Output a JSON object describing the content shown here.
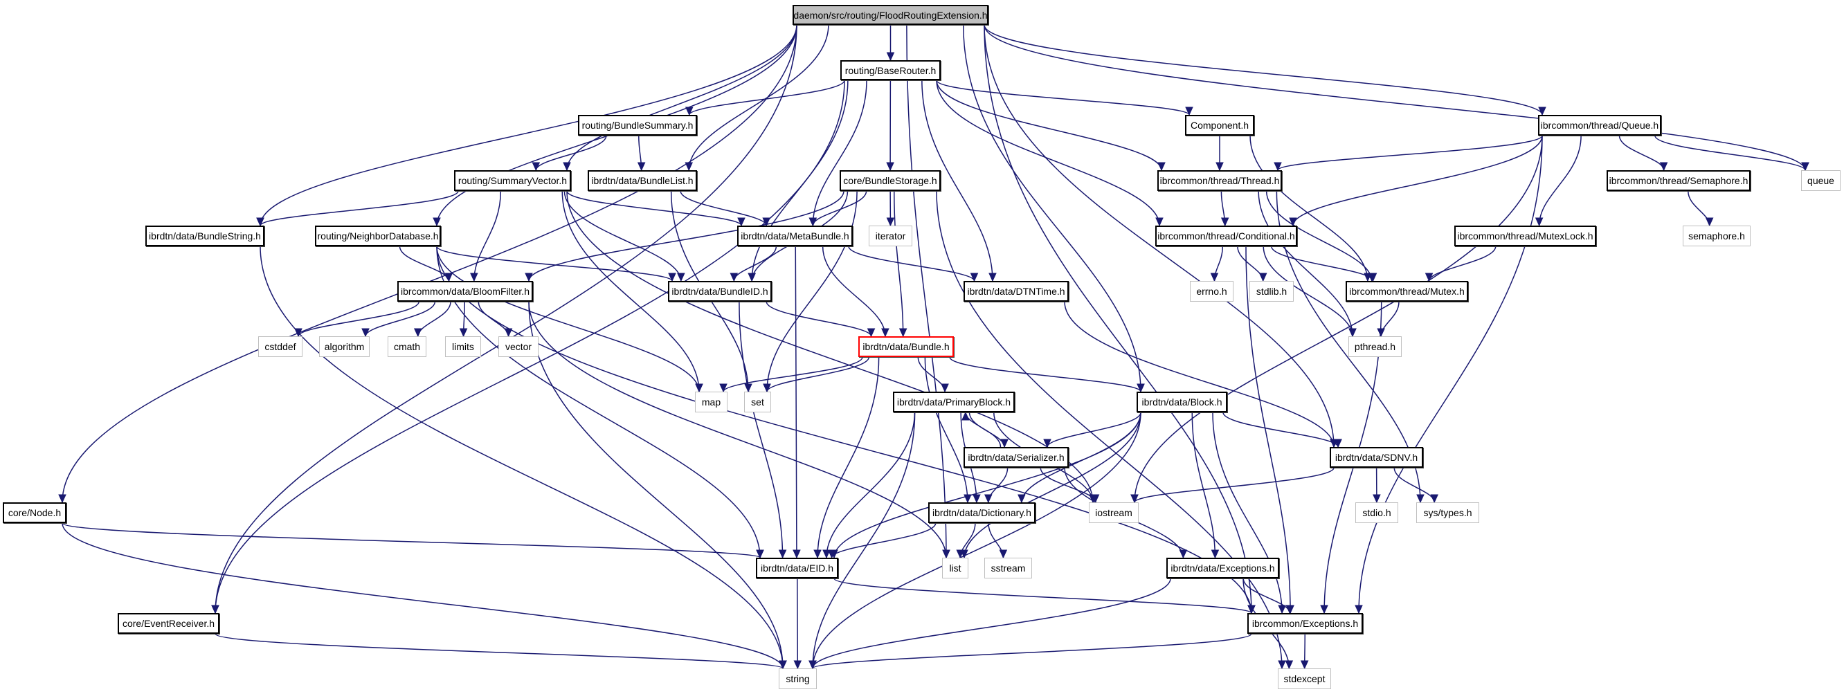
{
  "title": "daemon/src/routing/FloodRoutingExtension.h include dependency graph",
  "colors": {
    "edge": "#191970",
    "root_fill": "#bfbfbf",
    "highlight_border": "#ff0000",
    "system_border": "#bfbfbf"
  },
  "nodes": [
    {
      "id": "root",
      "label": "daemon/src/routing/FloodRoutingExtension.h",
      "kind": "root"
    },
    {
      "id": "baserouter",
      "label": "routing/BaseRouter.h",
      "kind": "local"
    },
    {
      "id": "bundlesummary",
      "label": "routing/BundleSummary.h",
      "kind": "local"
    },
    {
      "id": "component",
      "label": "Component.h",
      "kind": "local"
    },
    {
      "id": "queue_h",
      "label": "ibrcommon/thread/Queue.h",
      "kind": "local"
    },
    {
      "id": "summaryvector",
      "label": "routing/SummaryVector.h",
      "kind": "local"
    },
    {
      "id": "bundlelist",
      "label": "ibrdtn/data/BundleList.h",
      "kind": "local"
    },
    {
      "id": "bundlestorage",
      "label": "core/BundleStorage.h",
      "kind": "local"
    },
    {
      "id": "thread",
      "label": "ibrcommon/thread/Thread.h",
      "kind": "local"
    },
    {
      "id": "semaphore_h",
      "label": "ibrcommon/thread/Semaphore.h",
      "kind": "local"
    },
    {
      "id": "queue",
      "label": "queue",
      "kind": "system"
    },
    {
      "id": "bundlestring",
      "label": "ibrdtn/data/BundleString.h",
      "kind": "local"
    },
    {
      "id": "neighbordb",
      "label": "routing/NeighborDatabase.h",
      "kind": "local"
    },
    {
      "id": "metabundle",
      "label": "ibrdtn/data/MetaBundle.h",
      "kind": "local"
    },
    {
      "id": "iterator",
      "label": "iterator",
      "kind": "system"
    },
    {
      "id": "conditional",
      "label": "ibrcommon/thread/Conditional.h",
      "kind": "local"
    },
    {
      "id": "mutexlock",
      "label": "ibrcommon/thread/MutexLock.h",
      "kind": "local"
    },
    {
      "id": "semaphore",
      "label": "semaphore.h",
      "kind": "system"
    },
    {
      "id": "bloomfilter",
      "label": "ibrcommon/data/BloomFilter.h",
      "kind": "local"
    },
    {
      "id": "bundleid",
      "label": "ibrdtn/data/BundleID.h",
      "kind": "local"
    },
    {
      "id": "dtntime",
      "label": "ibrdtn/data/DTNTime.h",
      "kind": "local"
    },
    {
      "id": "errno",
      "label": "errno.h",
      "kind": "system"
    },
    {
      "id": "stdlib",
      "label": "stdlib.h",
      "kind": "system"
    },
    {
      "id": "mutex",
      "label": "ibrcommon/thread/Mutex.h",
      "kind": "local"
    },
    {
      "id": "cstddef",
      "label": "cstddef",
      "kind": "system"
    },
    {
      "id": "algorithm",
      "label": "algorithm",
      "kind": "system"
    },
    {
      "id": "cmath",
      "label": "cmath",
      "kind": "system"
    },
    {
      "id": "limits",
      "label": "limits",
      "kind": "system"
    },
    {
      "id": "vector",
      "label": "vector",
      "kind": "system"
    },
    {
      "id": "bundle",
      "label": "ibrdtn/data/Bundle.h",
      "kind": "highlight"
    },
    {
      "id": "pthread",
      "label": "pthread.h",
      "kind": "system"
    },
    {
      "id": "map",
      "label": "map",
      "kind": "system"
    },
    {
      "id": "set",
      "label": "set",
      "kind": "system"
    },
    {
      "id": "primaryblock",
      "label": "ibrdtn/data/PrimaryBlock.h",
      "kind": "local"
    },
    {
      "id": "block",
      "label": "ibrdtn/data/Block.h",
      "kind": "local"
    },
    {
      "id": "serializer",
      "label": "ibrdtn/data/Serializer.h",
      "kind": "local"
    },
    {
      "id": "sdnv",
      "label": "ibrdtn/data/SDNV.h",
      "kind": "local"
    },
    {
      "id": "node",
      "label": "core/Node.h",
      "kind": "local"
    },
    {
      "id": "dictionary",
      "label": "ibrdtn/data/Dictionary.h",
      "kind": "local"
    },
    {
      "id": "iostream",
      "label": "iostream",
      "kind": "system"
    },
    {
      "id": "stdio",
      "label": "stdio.h",
      "kind": "system"
    },
    {
      "id": "systypes",
      "label": "sys/types.h",
      "kind": "system"
    },
    {
      "id": "eid",
      "label": "ibrdtn/data/EID.h",
      "kind": "local"
    },
    {
      "id": "list",
      "label": "list",
      "kind": "system"
    },
    {
      "id": "sstream",
      "label": "sstream",
      "kind": "system"
    },
    {
      "id": "dataexceptions",
      "label": "ibrdtn/data/Exceptions.h",
      "kind": "local"
    },
    {
      "id": "eventreceiver",
      "label": "core/EventReceiver.h",
      "kind": "local"
    },
    {
      "id": "exceptions",
      "label": "ibrcommon/Exceptions.h",
      "kind": "local"
    },
    {
      "id": "string",
      "label": "string",
      "kind": "system"
    },
    {
      "id": "stdexcept",
      "label": "stdexcept",
      "kind": "system"
    }
  ],
  "edges": [
    [
      "root",
      "baserouter"
    ],
    [
      "root",
      "node"
    ],
    [
      "root",
      "bundlestring"
    ],
    [
      "root",
      "summaryvector"
    ],
    [
      "root",
      "neighbordb"
    ],
    [
      "root",
      "bundlelist"
    ],
    [
      "root",
      "queue_h"
    ],
    [
      "root",
      "queue"
    ],
    [
      "root",
      "block"
    ],
    [
      "root",
      "sdnv"
    ],
    [
      "root",
      "list"
    ],
    [
      "root",
      "eventreceiver"
    ],
    [
      "root",
      "exceptions"
    ],
    [
      "baserouter",
      "bundlesummary"
    ],
    [
      "baserouter",
      "component"
    ],
    [
      "baserouter",
      "bundlestorage"
    ],
    [
      "baserouter",
      "thread"
    ],
    [
      "baserouter",
      "conditional"
    ],
    [
      "baserouter",
      "metabundle"
    ],
    [
      "baserouter",
      "bundleid"
    ],
    [
      "baserouter",
      "dtntime"
    ],
    [
      "baserouter",
      "eventreceiver"
    ],
    [
      "bundlesummary",
      "summaryvector"
    ],
    [
      "bundlesummary",
      "bundlelist"
    ],
    [
      "component",
      "thread"
    ],
    [
      "component",
      "mutex"
    ],
    [
      "queue_h",
      "thread"
    ],
    [
      "queue_h",
      "conditional"
    ],
    [
      "queue_h",
      "mutexlock"
    ],
    [
      "queue_h",
      "semaphore_h"
    ],
    [
      "queue_h",
      "queue"
    ],
    [
      "queue_h",
      "exceptions"
    ],
    [
      "queue_h",
      "iostream"
    ],
    [
      "summaryvector",
      "bundlestring"
    ],
    [
      "summaryvector",
      "bloomfilter"
    ],
    [
      "summaryvector",
      "metabundle"
    ],
    [
      "summaryvector",
      "bundleid"
    ],
    [
      "summaryvector",
      "map"
    ],
    [
      "summaryvector",
      "iostream"
    ],
    [
      "bundlelist",
      "metabundle"
    ],
    [
      "bundlelist",
      "set"
    ],
    [
      "bundlestorage",
      "metabundle"
    ],
    [
      "bundlestorage",
      "iterator"
    ],
    [
      "bundlestorage",
      "bundleid"
    ],
    [
      "bundlestorage",
      "bloomfilter"
    ],
    [
      "bundlestorage",
      "bundle"
    ],
    [
      "bundlestorage",
      "set"
    ],
    [
      "bundlestorage",
      "stdexcept"
    ],
    [
      "thread",
      "conditional"
    ],
    [
      "thread",
      "mutex"
    ],
    [
      "thread",
      "pthread"
    ],
    [
      "thread",
      "systypes"
    ],
    [
      "semaphore_h",
      "semaphore"
    ],
    [
      "bundlestring",
      "string"
    ],
    [
      "neighbordb",
      "bloomfilter"
    ],
    [
      "neighbordb",
      "bundleid"
    ],
    [
      "neighbordb",
      "eid"
    ],
    [
      "neighbordb",
      "map"
    ],
    [
      "neighbordb",
      "exceptions"
    ],
    [
      "metabundle",
      "bundleid"
    ],
    [
      "metabundle",
      "bundle"
    ],
    [
      "metabundle",
      "dtntime"
    ],
    [
      "metabundle",
      "eid"
    ],
    [
      "conditional",
      "errno"
    ],
    [
      "conditional",
      "stdlib"
    ],
    [
      "conditional",
      "mutex"
    ],
    [
      "conditional",
      "pthread"
    ],
    [
      "conditional",
      "exceptions"
    ],
    [
      "mutexlock",
      "mutex"
    ],
    [
      "bloomfilter",
      "cstddef"
    ],
    [
      "bloomfilter",
      "algorithm"
    ],
    [
      "bloomfilter",
      "cmath"
    ],
    [
      "bloomfilter",
      "limits"
    ],
    [
      "bloomfilter",
      "vector"
    ],
    [
      "bloomfilter",
      "string"
    ],
    [
      "bloomfilter",
      "list"
    ],
    [
      "bundleid",
      "bundle"
    ],
    [
      "bundleid",
      "eid"
    ],
    [
      "dtntime",
      "sdnv"
    ],
    [
      "mutex",
      "pthread"
    ],
    [
      "mutex",
      "exceptions"
    ],
    [
      "bundle",
      "map"
    ],
    [
      "bundle",
      "set"
    ],
    [
      "bundle",
      "primaryblock"
    ],
    [
      "bundle",
      "block"
    ],
    [
      "bundle",
      "eid"
    ],
    [
      "bundle",
      "dictionary"
    ],
    [
      "primaryblock",
      "serializer"
    ],
    [
      "primaryblock",
      "dictionary"
    ],
    [
      "primaryblock",
      "eid"
    ],
    [
      "primaryblock",
      "iostream"
    ],
    [
      "primaryblock",
      "string"
    ],
    [
      "serializer",
      "primaryblock"
    ],
    [
      "serializer",
      "dictionary"
    ],
    [
      "serializer",
      "iostream"
    ],
    [
      "serializer",
      "dataexceptions"
    ],
    [
      "block",
      "serializer"
    ],
    [
      "block",
      "sdnv"
    ],
    [
      "block",
      "dictionary"
    ],
    [
      "block",
      "eid"
    ],
    [
      "block",
      "dataexceptions"
    ],
    [
      "block",
      "exceptions"
    ],
    [
      "block",
      "list"
    ],
    [
      "block",
      "string"
    ],
    [
      "sdnv",
      "stdio"
    ],
    [
      "sdnv",
      "systypes"
    ],
    [
      "sdnv",
      "iostream"
    ],
    [
      "node",
      "eid"
    ],
    [
      "node",
      "string"
    ],
    [
      "dictionary",
      "eid"
    ],
    [
      "dictionary",
      "list"
    ],
    [
      "dictionary",
      "sstream"
    ],
    [
      "eid",
      "string"
    ],
    [
      "eid",
      "exceptions"
    ],
    [
      "dataexceptions",
      "exceptions"
    ],
    [
      "dataexceptions",
      "stdexcept"
    ],
    [
      "dataexceptions",
      "string"
    ],
    [
      "eventreceiver",
      "string"
    ],
    [
      "exceptions",
      "string"
    ],
    [
      "exceptions",
      "stdexcept"
    ]
  ]
}
